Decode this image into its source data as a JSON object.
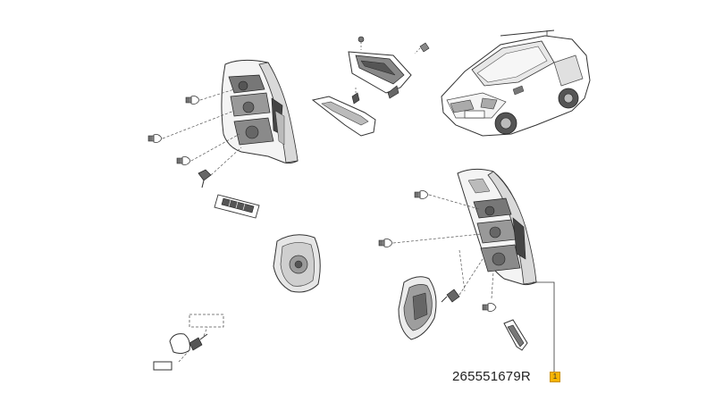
{
  "diagram": {
    "part_number": "265551679R",
    "callout_number": "1",
    "colors": {
      "line": "#333333",
      "fill": "#ffffff",
      "shade": "#c9c9c9",
      "dark": "#555555",
      "badge": "#f5b400"
    },
    "parts": [
      "left-tail-lamp",
      "right-tail-lamp",
      "third-brake-light",
      "third-brake-light-lens",
      "reflector",
      "fog-lamp-housing",
      "turn-signal-lens",
      "license-plate-lamp",
      "license-plate-lamp-bracket",
      "vehicle-illustration"
    ]
  }
}
